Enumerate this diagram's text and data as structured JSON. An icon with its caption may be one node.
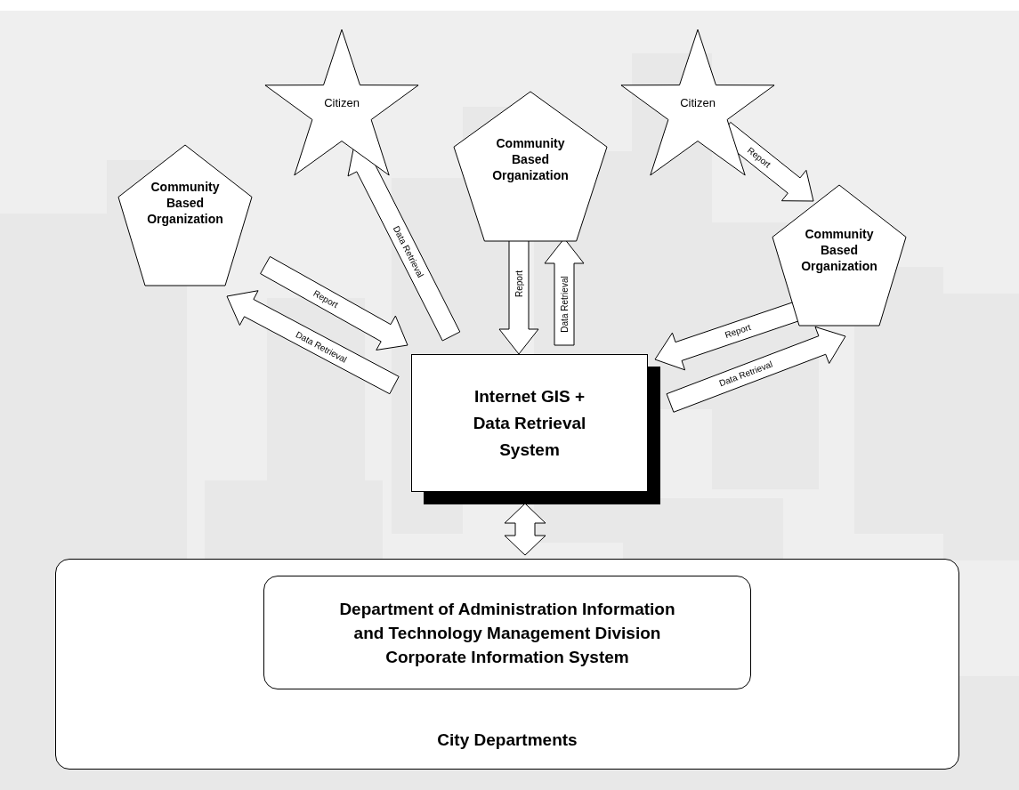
{
  "diagram": {
    "nodes": [
      {
        "text": [
          "Citizen"
        ]
      },
      {
        "text": [
          "Citizen"
        ]
      },
      {
        "text": [
          "Community Based Organization"
        ]
      },
      {
        "text": [
          "Community Based Organization"
        ]
      },
      {
        "text": [
          "Community Based Organization"
        ]
      },
      {
        "text": [
          "Internet GIS + Data Retrieval System"
        ]
      },
      {
        "text": [
          "City Departments"
        ]
      },
      {
        "text": [
          "Department of Administration Information and Technology Management Division Corporate Information System"
        ],
        "in": 6
      }
    ],
    "edges": [
      {
        "from": 2,
        "to": 5,
        "arrow": "to",
        "label": "Report"
      },
      {
        "from": 5,
        "to": 2,
        "arrow": "to",
        "label": "Data Retrieval"
      },
      {
        "from": 5,
        "to": 0,
        "arrow": "to",
        "label": "Data Retrieval"
      },
      {
        "from": 3,
        "to": 5,
        "arrow": "to",
        "label": "Report"
      },
      {
        "from": 5,
        "to": 3,
        "arrow": "to",
        "label": "Data Retrieval"
      },
      {
        "from": 1,
        "to": 4,
        "arrow": "to",
        "label": "Report"
      },
      {
        "from": 4,
        "to": 5,
        "arrow": "to",
        "label": "Report"
      },
      {
        "from": 5,
        "to": 4,
        "arrow": "to",
        "label": "Data Retrieval"
      },
      {
        "from": 5,
        "to": 7,
        "arrow": "both"
      }
    ]
  }
}
